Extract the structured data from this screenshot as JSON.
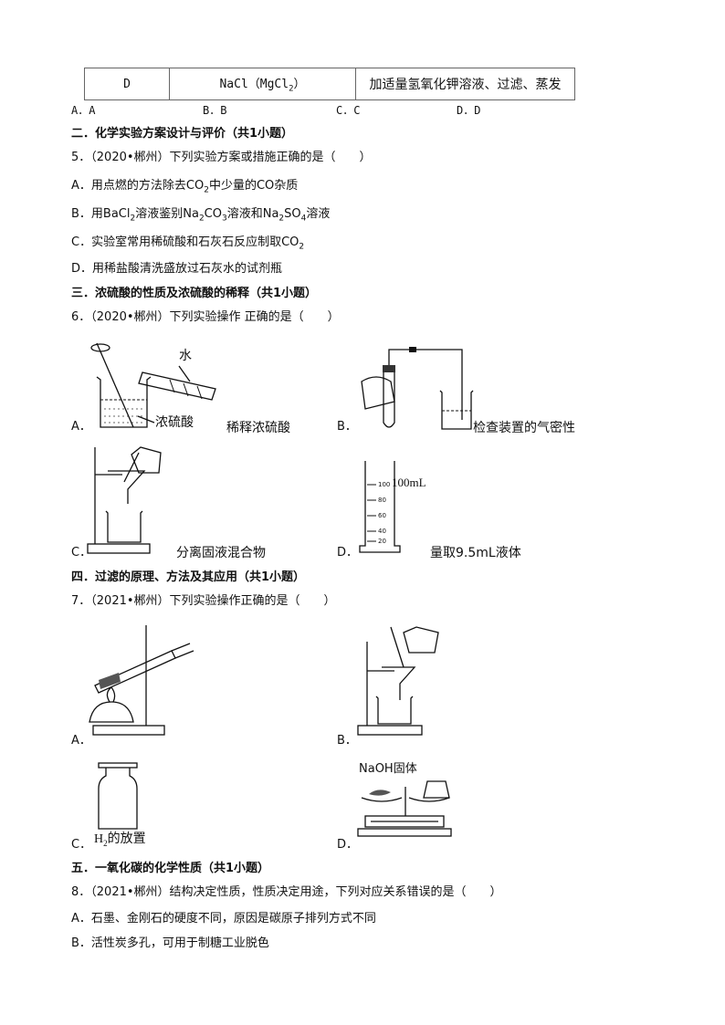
{
  "table": {
    "letter": "D",
    "substance_pre": "NaCl（MgCl",
    "substance_sub": "2",
    "substance_post": "）",
    "method": "加适量氢氧化钾溶液、过滤、蒸发"
  },
  "q4_options": [
    "A．A",
    "B．B",
    "C．C",
    "D．D"
  ],
  "sec2": "二．化学实验方案设计与评价（共1小题）",
  "q5": {
    "stem": "5．（2020•郴州）下列实验方案或措施正确的是（　　）",
    "a_pre": "A．用点燃的方法除去CO",
    "a_sub": "2",
    "a_post": "中少量的CO杂质",
    "b_1": "B．用BaCl",
    "b_s1": "2",
    "b_2": "溶液鉴别Na",
    "b_s2": "2",
    "b_3": "CO",
    "b_s3": "3",
    "b_4": "溶液和Na",
    "b_s4": "2",
    "b_5": "SO",
    "b_s5": "4",
    "b_6": "溶液",
    "c_pre": "C．实验室常用稀硫酸和石灰石反应制取CO",
    "c_sub": "2",
    "d": "D．用稀盐酸清洗盛放过石灰水的试剂瓶"
  },
  "sec3": "三．浓硫酸的性质及浓硫酸的稀释（共1小题）",
  "q6": {
    "stem": "6．（2020•郴州）下列实验操作 正确的是（　　）",
    "a_label": "A．",
    "a_water": "水",
    "a_acid": "浓硫酸",
    "a_caption": "稀释浓硫酸",
    "b_label": "B．",
    "b_caption": "检查装置的气密性",
    "c_label": "C．",
    "c_caption": "分离固液混合物",
    "d_label": "D．",
    "d_volume": "100mL",
    "d_caption": "量取9.5mL液体",
    "d_ticks": [
      "100",
      "80",
      "60",
      "40",
      "20"
    ]
  },
  "sec4": "四．过滤的原理、方法及其应用（共1小题）",
  "q7": {
    "stem": "7．（2021•郴州）下列实验操作正确的是（　　）",
    "a_label": "A．",
    "b_label": "B．",
    "c_label": "C．",
    "c_caption_pre": "H",
    "c_caption_sub": "2",
    "c_caption_post": "的放置",
    "d_label": "D．",
    "d_naoh": "NaOH固体"
  },
  "sec5": "五．一氧化碳的化学性质（共1小题）",
  "q8": {
    "stem": "8．（2021•郴州）结构决定性质，性质决定用途，下列对应关系错误的是（　　）",
    "a": "A．石墨、金刚石的硬度不同，原因是碳原子排列方式不同",
    "b": "B．活性炭多孔，可用于制糖工业脱色"
  }
}
